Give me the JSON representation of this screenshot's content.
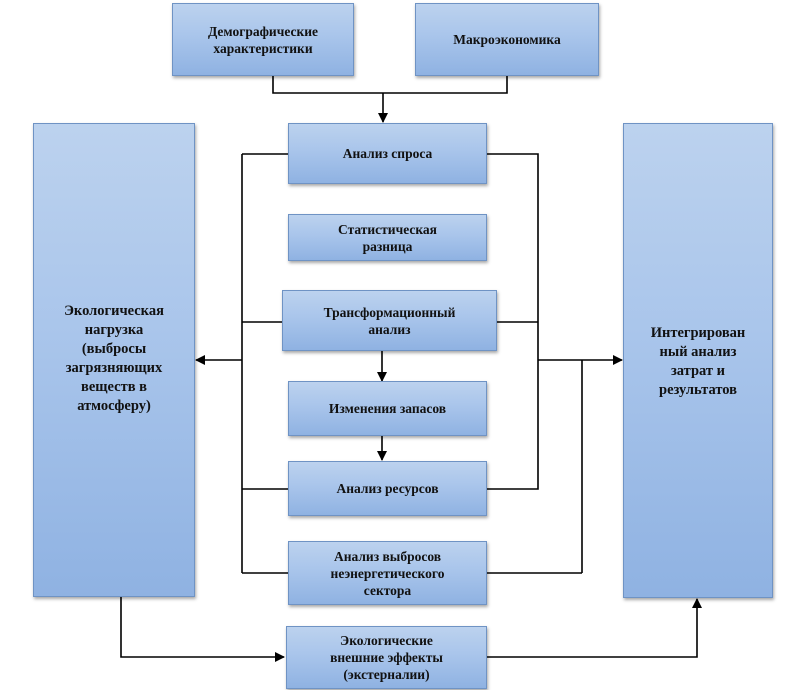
{
  "nodes": {
    "demographics": "Демографические\nхарактеристики",
    "macroeconomics": "Макроэкономика",
    "demand_analysis": "Анализ спроса",
    "statistical_difference": "Статистическая\nразница",
    "transformation_analysis": "Трансформационный\nанализ",
    "stock_changes": "Изменения запасов",
    "resource_analysis": "Анализ ресурсов",
    "non_energy_emissions": "Анализ выбросов\nнеэнергетического\nсектора",
    "externalities": "Экологические\nвнешние эффекты\n(экстерналии)",
    "ecological_load": "Экологическая\nнагрузка\n(выбросы\nзагрязняющих\nвеществ в\nатмосферу)",
    "integrated_analysis": "Интегрирован\nный анализ\nзатрат и\nрезультатов"
  },
  "colors": {
    "box_fill": "#a9c5eb",
    "box_border": "#6f93c4",
    "connector": "#000000"
  }
}
